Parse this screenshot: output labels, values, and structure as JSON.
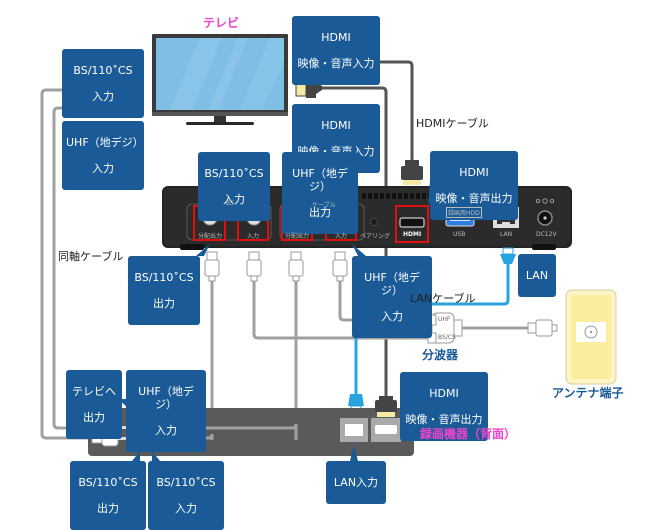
{
  "title": "接続図",
  "devices": {
    "tv": {
      "label": "テレビ"
    },
    "recorder": {
      "label": "録画機器（背面）"
    },
    "splitter": {
      "label": "分波器"
    },
    "antenna": {
      "label": "アンテナ端子"
    }
  },
  "cables": {
    "hdmi": "HDMIケーブル",
    "coax": "同軸ケーブル",
    "lan": "LANケーブル"
  },
  "tv_labels": {
    "bs_in": {
      "l1": "BS/110˚CS",
      "l2": "入力"
    },
    "uhf_in": {
      "l1": "UHF（地デジ）",
      "l2": "入力"
    },
    "hdmi_in_1": {
      "l1": "HDMI",
      "l2": "映像・音声入力"
    },
    "hdmi_in_2": {
      "l1": "HDMI",
      "l2": "映像・音声入力"
    }
  },
  "tuner_labels": {
    "bs_in": {
      "l1": "BS/110˚CS",
      "l2": "入力"
    },
    "uhf_out": {
      "l1": "UHF（地デジ）",
      "l2": "出力"
    },
    "hdmi_out": {
      "l1": "HDMI",
      "l2": "映像・音声出力"
    },
    "bs_out": {
      "l1": "BS/110˚CS",
      "l2": "出力"
    },
    "uhf_in": {
      "l1": "UHF（地デジ）",
      "l2": "入力"
    },
    "lan": {
      "l1": "LAN"
    }
  },
  "tuner_panel": {
    "group_bs": "BS",
    "group_cable": "ケーブル",
    "port_split_out_1": "分配出力",
    "port_in_1": "入力",
    "port_split_out_2": "分配出力",
    "port_in_2": "入力",
    "pairing": "ペアリング",
    "hdmi": "HDMI",
    "usb_tag": "録画用HDD",
    "usb": "USB",
    "lan": "LAN",
    "dc": "DC12V"
  },
  "splitter_ports": {
    "uhf": "UHF",
    "bs": "BS/CS"
  },
  "recorder_labels": {
    "tv_out": {
      "l1": "テレビへ",
      "l2": "出力"
    },
    "uhf_in": {
      "l1": "UHF（地デジ）",
      "l2": "入力"
    },
    "bs_out": {
      "l1": "BS/110˚CS",
      "l2": "出力"
    },
    "bs_in": {
      "l1": "BS/110˚CS",
      "l2": "入力"
    },
    "hdmi_out": {
      "l1": "HDMI",
      "l2": "映像・音声出力"
    },
    "lan_in": {
      "l1": "LAN入力"
    }
  },
  "colors": {
    "label_bg": "#1a5a96",
    "highlight": "#e01010",
    "device_label": "#ee44cc",
    "lan_cable": "#29a3dd",
    "coax_cable": "#a0a0a0",
    "hdmi_cable": "#555555"
  }
}
